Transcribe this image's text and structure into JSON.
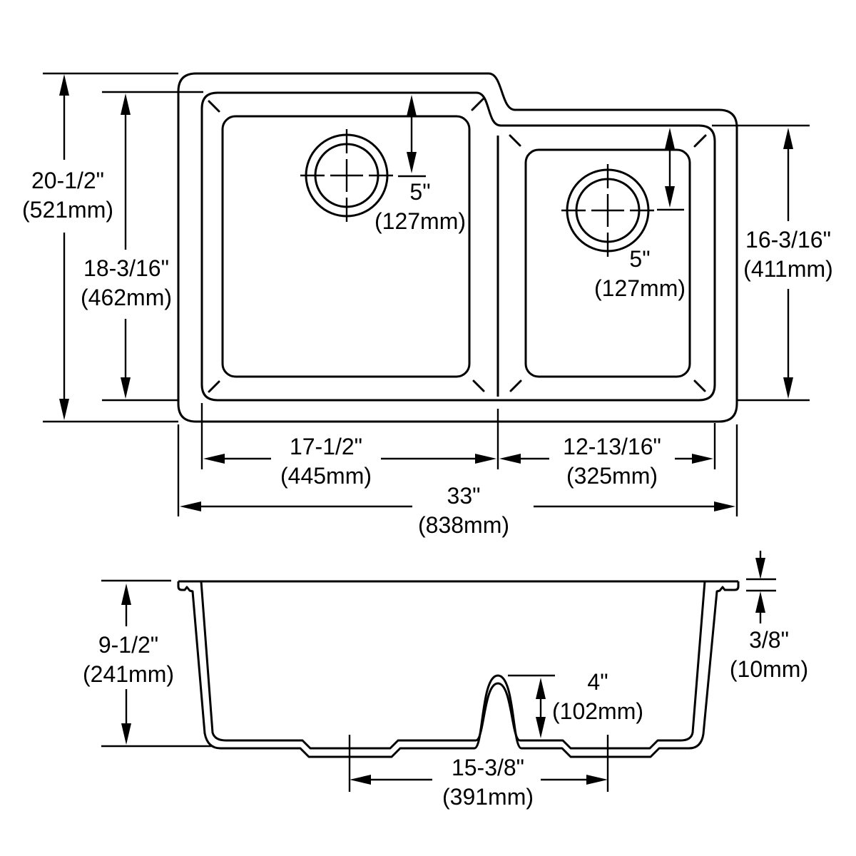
{
  "colors": {
    "line": "#000000",
    "background": "#ffffff"
  },
  "dims": {
    "overall_depth": {
      "in": "20-1/2\"",
      "mm": "(521mm)"
    },
    "left_bowl_front_back": {
      "in": "18-3/16\"",
      "mm": "(462mm)"
    },
    "right_bowl_front_back": {
      "in": "16-3/16\"",
      "mm": "(411mm)"
    },
    "left_drain_offset": {
      "in": "5\"",
      "mm": "(127mm)"
    },
    "right_drain_offset": {
      "in": "5\"",
      "mm": "(127mm)"
    },
    "left_bowl_width": {
      "in": "17-1/2\"",
      "mm": "(445mm)"
    },
    "right_bowl_width": {
      "in": "12-13/16\"",
      "mm": "(325mm)"
    },
    "overall_width": {
      "in": "33\"",
      "mm": "(838mm)"
    },
    "bowl_depth": {
      "in": "9-1/2\"",
      "mm": "(241mm)"
    },
    "divider_height": {
      "in": "4\"",
      "mm": "(102mm)"
    },
    "drain_spacing": {
      "in": "15-3/8\"",
      "mm": "(391mm)"
    },
    "rim_reveal": {
      "in": "3/8\"",
      "mm": "(10mm)"
    }
  }
}
